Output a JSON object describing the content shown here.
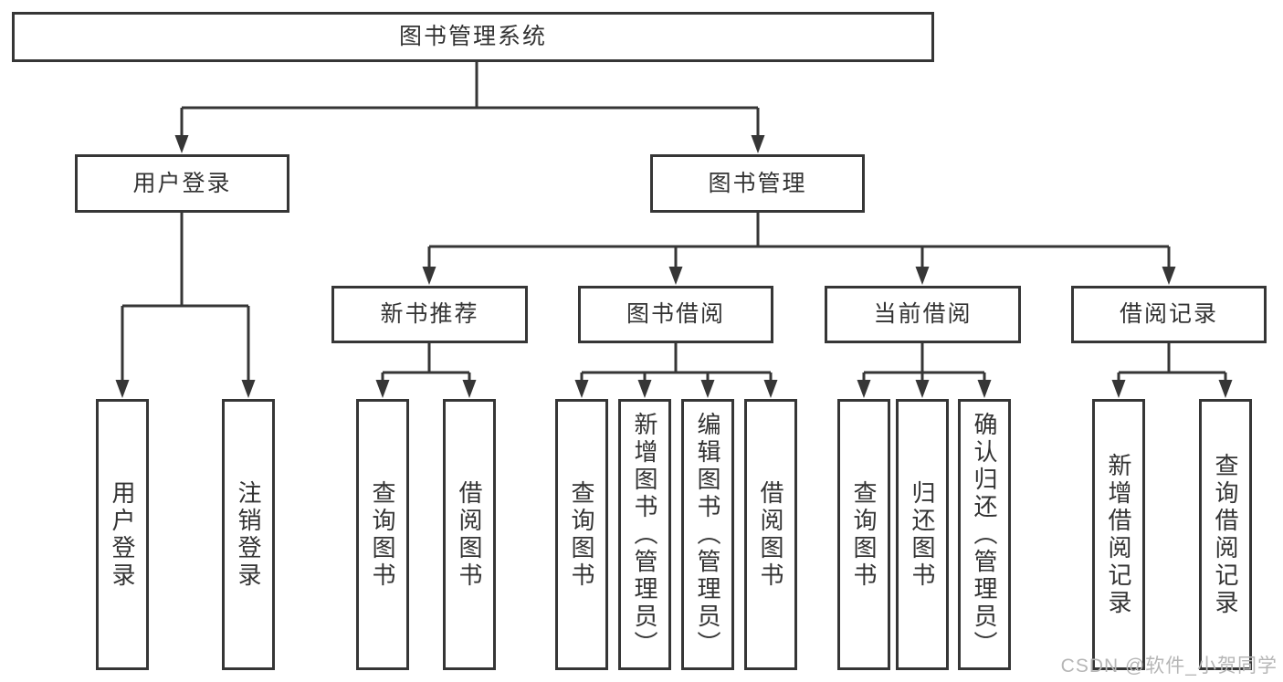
{
  "diagram": {
    "title": "图书管理系统",
    "type": "functional-structure-chart",
    "colors": {
      "line": "#363636",
      "box_border": "#363636",
      "text": "#333333",
      "background": "#ffffff",
      "watermark": "#b6b6b6"
    },
    "tree": {
      "root": {
        "label": "图书管理系统"
      },
      "level2": [
        {
          "label": "用户登录",
          "children": [
            "用户登录",
            "注销登录"
          ]
        },
        {
          "label": "图书管理"
        }
      ],
      "level3": [
        {
          "label": "新书推荐",
          "children": [
            "查询图书",
            "借阅图书"
          ]
        },
        {
          "label": "图书借阅",
          "children": [
            "查询图书",
            "新增图书（管理员）",
            "编辑图书（管理员）",
            "借阅图书"
          ]
        },
        {
          "label": "当前借阅",
          "children": [
            "查询图书",
            "归还图书",
            "确认归还（管理员）"
          ]
        },
        {
          "label": "借阅记录",
          "children": [
            "新增借阅记录",
            "查询借阅记录"
          ]
        }
      ]
    },
    "watermark": "CSDN @软件_小贺同学"
  }
}
